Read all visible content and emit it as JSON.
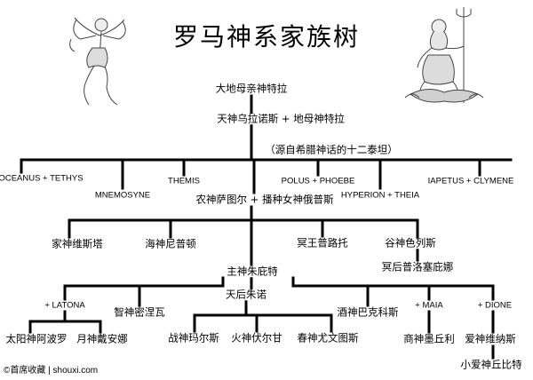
{
  "title": "罗马神系家族树",
  "watermark": "©首席收藏 | shouxi.com",
  "nodes": {
    "gaia": "大地母亲神特拉",
    "uranus_gaia": "天神乌拉诺斯 + 地母神特拉",
    "titans_note": "（源自希腊神话的十二泰坦）",
    "oceanus_tethys": "OCEANUS + TETHYS",
    "mnemosyne": "MNEMOSYNE",
    "themis": "THEMIS",
    "saturn_ops": "农神萨图尔 + 播种女神俄普斯",
    "polus_phoebe": "POLUS + PHOEBE",
    "hyperion_theia": "HYPERION + THEIA",
    "iapetus_clymene": "IAPETUS + CLYMENE",
    "vesta": "家神维斯塔",
    "neptune": "海神尼普顿",
    "pluto": "冥王普路托",
    "ceres": "谷神色列斯",
    "proserpina": "冥后普洛塞庇娜",
    "jupiter": "主神朱庇特",
    "juno": "天后朱诺",
    "latona": "+ LATONA",
    "minerva": "智神密涅瓦",
    "bacchus": "酒神巴克科斯",
    "maia": "+ MAIA",
    "dione": "+ DIONE",
    "apollo": "太阳神阿波罗",
    "diana": "月神戴安娜",
    "mars": "战神玛尔斯",
    "vulcan": "火神伏尔甘",
    "juventas": "春神尤文图斯",
    "mercury": "商神墨丘利",
    "venus": "爱神维纳斯",
    "cupid": "小爱神丘比特"
  }
}
